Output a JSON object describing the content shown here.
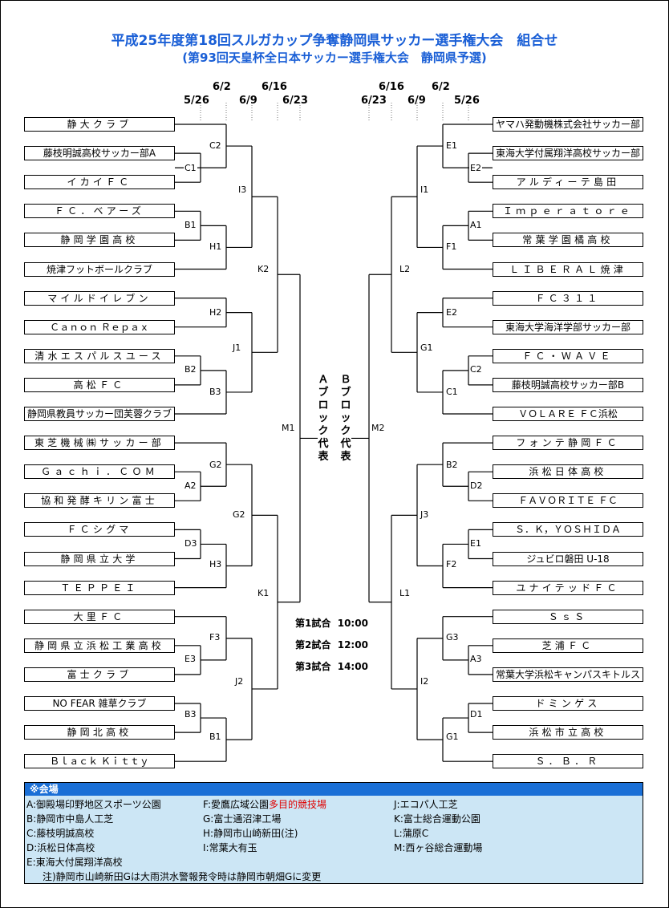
{
  "title": {
    "main": "平成25年度第18回スルガカップ争奪静岡県サッカー選手権大会　組合せ",
    "sub": "(第93回天皇杯全日本サッカー選手権大会　静岡県予選)"
  },
  "dates_left": [
    "5/26",
    "6/2",
    "6/9",
    "6/16",
    "6/23"
  ],
  "dates_right": [
    "6/23",
    "6/16",
    "6/9",
    "6/2",
    "5/26"
  ],
  "left_teams": [
    "静大クラブ",
    "藤枝明誠高校サッカー部A",
    "イカイＦＣ",
    "ＦＣ．ベアーズ",
    "静岡学園高校",
    "焼津フットボールクラブ",
    "マイルドイレブン",
    "Ｃａｎｏｎ Ｒｅｐａｘ",
    "清水エスパルスユース",
    "高松ＦＣ",
    "静岡県教員サッカー団芙蓉クラブ",
    "東芝機械㈱サッカー部",
    "Ｇａｃｈｉ．ＣＯＭ",
    "協和発酵キリン富士",
    "ＦＣシグマ",
    "静岡県立大学",
    "ＴＥＰＰＥＩ",
    "大里ＦＣ",
    "静岡県立浜松工業高校",
    "富士クラブ",
    "NO FEAR 雑草クラブ",
    "静岡北高校",
    "Ｂｌａｃｋ Ｋｉｔｔｙ"
  ],
  "right_teams": [
    "ヤマハ発動機株式会社サッカー部",
    "東海大学付属翔洋高校サッカー部",
    "アルディーテ島田",
    "Ｉｍｐｅｒａｔｏｒｅ",
    "常葉学園橘高校",
    "ＬＩＢＥＲＡＬ焼津",
    "ＦＣ３１１",
    "東海大学海洋学部サッカー部",
    "ＦＣ・ＷＡＶＥ",
    "藤枝明誠高校サッカー部B",
    "ＶＯＬＡＲＥ ＦＣ浜松",
    "フォンテ静岡ＦＣ",
    "浜松日体高校",
    "ＦＡＶＯＲＩＴＥ ＦＣ",
    "Ｓ．Ｋ，ＹＯＳＨＩＤＡ",
    "ジュビロ磐田 U-18",
    "ユナイテッドＦＣ",
    "ＳｓＳ",
    "芝浦ＦＣ",
    "常葉大学浜松キャンパスキトルス",
    "ドミンゲス",
    "浜松市立高校",
    "Ｓ．Ｂ．Ｒ"
  ],
  "venue_labels_left": [
    "C2",
    "C1",
    "I3",
    "B1",
    "H1",
    "K2",
    "H2",
    "J1",
    "B2",
    "B3",
    "M1",
    "G2",
    "A2",
    "G2",
    "D3",
    "H3",
    "K1",
    "F3",
    "E3",
    "J2",
    "B3",
    "B1"
  ],
  "venue_labels_right": [
    "E1",
    "E2",
    "I1",
    "A1",
    "F1",
    "L2",
    "E2",
    "G1",
    "C2",
    "C1",
    "M2",
    "B2",
    "D2",
    "J3",
    "E1",
    "F2",
    "L1",
    "G3",
    "A3",
    "I2",
    "D1",
    "G1"
  ],
  "block_a": "Ａブロック代表",
  "block_b": "Ｂブロック代表",
  "schedule": [
    {
      "label": "第1試合",
      "time": "10:00"
    },
    {
      "label": "第2試合",
      "time": "12:00"
    },
    {
      "label": "第3試合",
      "time": "14:00"
    }
  ],
  "venue": {
    "heading": "※会場",
    "col1": [
      "A:御殿場印野地区スポーツ公園",
      "B:静岡市中島人工芝",
      "C:藤枝明誠高校",
      "D:浜松日体高校",
      "E:東海大付属翔洋高校"
    ],
    "col2": [
      "F:愛鷹広域公園",
      "G:富士通沼津工場",
      "H:静岡市山崎新田(注)",
      "I:常葉大有玉"
    ],
    "col2_red": "多目的競技場",
    "col3": [
      "J:エコパ人工芝",
      "K:富士総合運動公園",
      "L:蒲原C",
      "M:西ヶ谷総合運動場"
    ],
    "note": "注)静岡市山崎新田Gは大雨洪水警報発令時は静岡市朝畑Gに変更"
  },
  "colors": {
    "title": "#1a5fd6",
    "venue_bg": "#cce6f5",
    "venue_head": "#1a6fd6",
    "note_red": "#e00000"
  }
}
